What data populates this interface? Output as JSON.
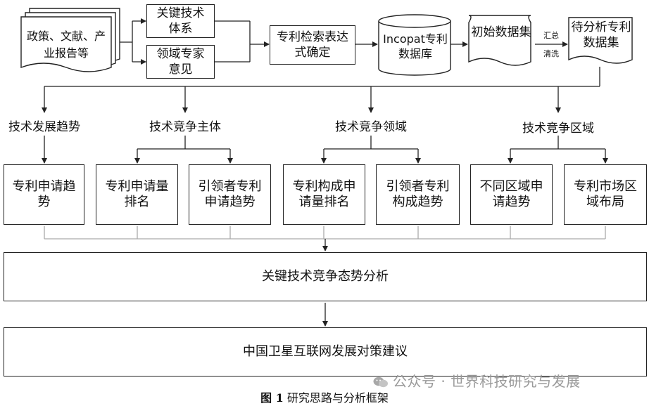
{
  "sources": {
    "label": "政策、文献、产业报告等"
  },
  "inputs": {
    "key_tech": "关键技术体系",
    "experts": "领域专家意见"
  },
  "query_box": "专利检索表达式确定",
  "database": "Incopat专利数据库",
  "initial_data": "初始数据集",
  "clean_labels": {
    "summary": "汇总",
    "clean": "清洗"
  },
  "final_db": "待分析专利数据集",
  "categories": {
    "trend": "技术发展趋势",
    "subject": "技术竞争主体",
    "domain": "技术竞争领域",
    "region": "技术竞争区域"
  },
  "analyses": {
    "patent_trend": "专利申请趋势",
    "ranking": "专利申请量排名",
    "leader_trend": "引领者专利申请趋势",
    "composition_rank": "专利构成申请量排名",
    "leader_composition": "引领者专利构成趋势",
    "region_trend": "不同区域申请趋势",
    "market_layout": "专利市场区域布局"
  },
  "situation": "关键技术竞争态势分析",
  "suggestion": "中国卫星互联网发展对策建议",
  "watermark": "公众号 · 世界科技研究与发展",
  "caption": {
    "fig": "图 1",
    "title": " 研究思路与分析框架"
  }
}
